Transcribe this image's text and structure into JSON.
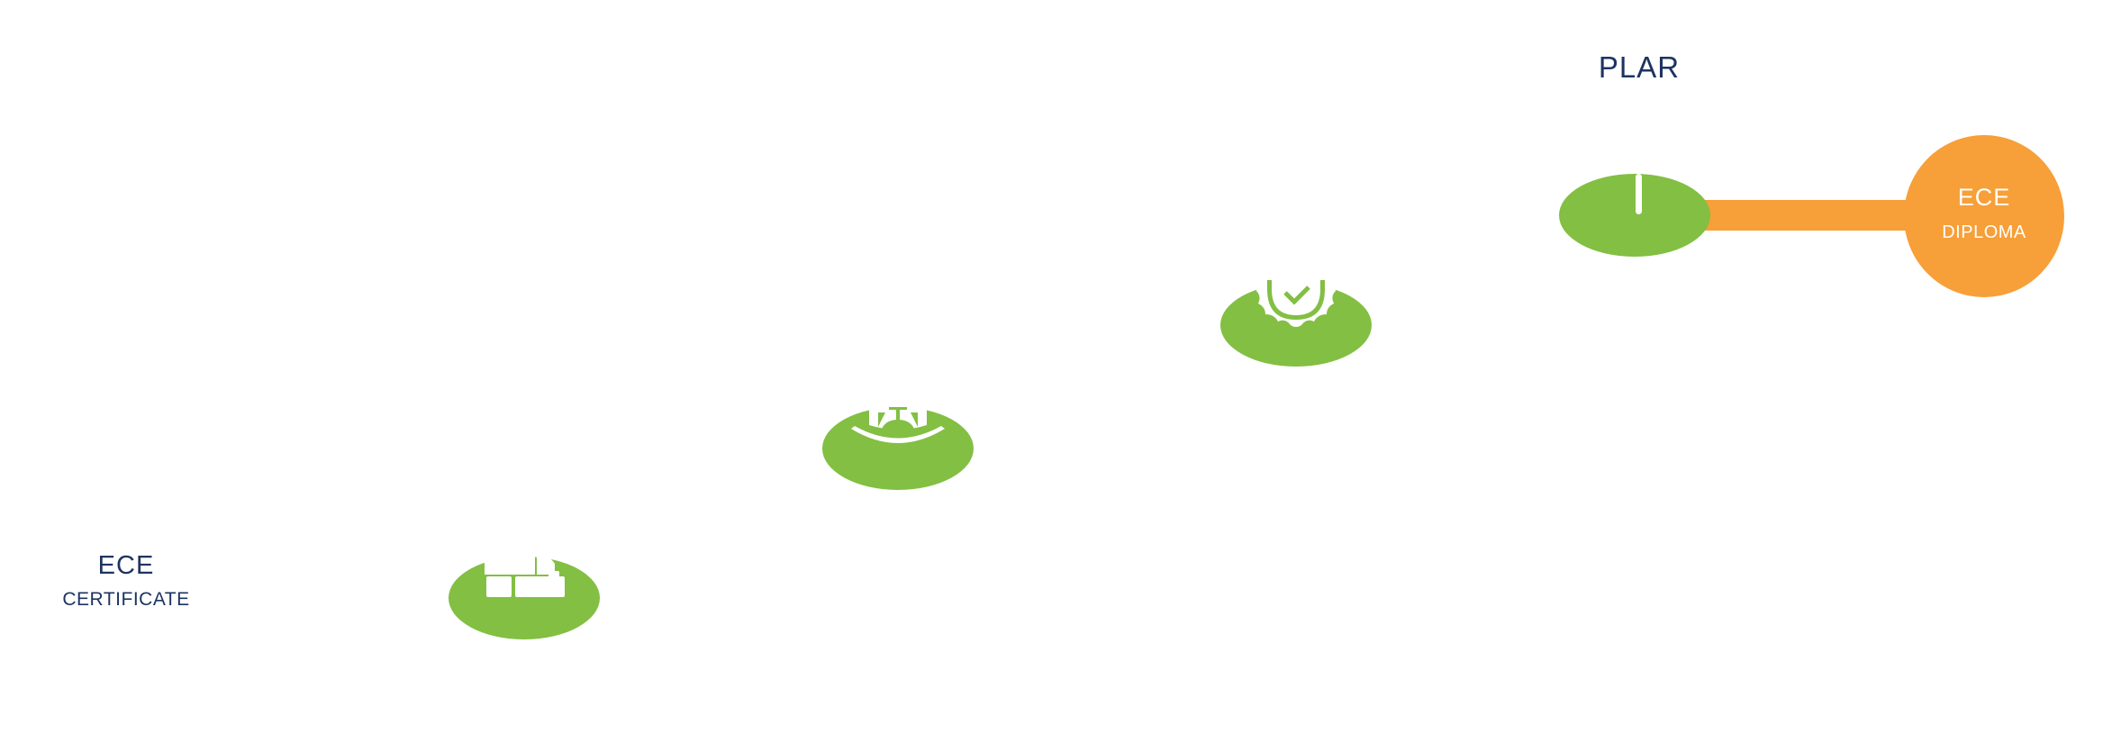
{
  "colors": {
    "text_dark": "#1d3461",
    "step_green": "#82bf43",
    "accent_orange": "#f79f38",
    "icon_white": "#ffffff",
    "background": "#ffffff"
  },
  "start": {
    "title": "ECE",
    "subtitle": "CERTIFICATE"
  },
  "steps": [
    {
      "id": 1,
      "icon": "blocks-icon"
    },
    {
      "id": 2,
      "icon": "bell-icon"
    },
    {
      "id": 3,
      "icon": "badge-check-icon"
    },
    {
      "id": 4,
      "icon": "pin-icon"
    }
  ],
  "path_label": "PLAR",
  "end": {
    "title": "ECE",
    "subtitle": "DIPLOMA"
  }
}
